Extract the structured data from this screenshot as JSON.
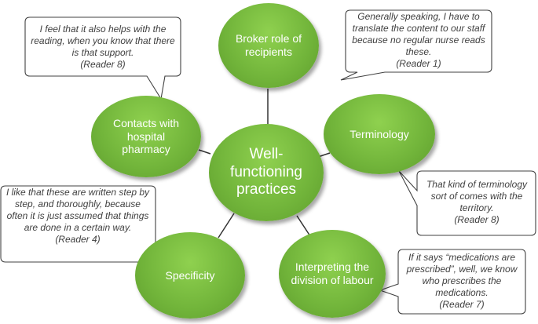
{
  "diagram": {
    "center": {
      "label": "Well-functioning practices"
    },
    "nodes": [
      {
        "id": "broker",
        "label": "Broker role of recipients"
      },
      {
        "id": "terminology",
        "label": "Terminology"
      },
      {
        "id": "interpreting",
        "label": "Interpreting the division of labour"
      },
      {
        "id": "specificity",
        "label": "Specificity"
      },
      {
        "id": "contacts",
        "label": "Contacts with hospital pharmacy"
      }
    ],
    "quotes": [
      {
        "attached_to": "contacts",
        "text": "I feel that it also helps with the reading, when you know that there is that support.",
        "ref": "(Reader 8)"
      },
      {
        "attached_to": "broker",
        "text": "Generally speaking, I have to translate the content to our staff because no regular nurse reads these.",
        "ref": "(Reader 1)"
      },
      {
        "attached_to": "terminology",
        "text": "That kind of terminology sort of comes with the territory.",
        "ref": "(Reader 8)"
      },
      {
        "attached_to": "specificity",
        "text": "I like that these are written step by step, and thoroughly, because often it is just assumed that things are done in a certain way.",
        "ref": "(Reader 4)"
      },
      {
        "attached_to": "interpreting",
        "text": "If it says “medications are prescribed”, well, we know who prescribes the medications.",
        "ref": "(Reader 7)"
      }
    ],
    "colors": {
      "node_fill": "#71b43a",
      "node_text": "#ffffff",
      "connector": "#333333",
      "callout_border": "#404040",
      "quote_text": "#404040"
    }
  }
}
